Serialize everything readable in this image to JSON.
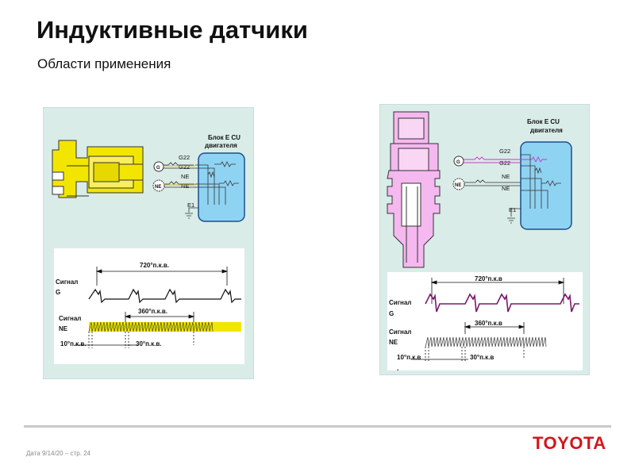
{
  "slide": {
    "title": "Индуктивные датчики",
    "subtitle": "Области применения",
    "footer": "Дата 9/14/20 – стр.  24",
    "logo": "TOYOTA"
  },
  "colors": {
    "panel_bg": "#d9ece8",
    "ecu_fill": "#8fd3f3",
    "sensor_left": "#f2e600",
    "sensor_right": "#f5b8ef",
    "wire_pink": "#c040c0",
    "accent_red": "#d0181c"
  },
  "left_panel": {
    "ecu_label_1": "Блок E CU",
    "ecu_label_2": "двигателя",
    "pin_g22_a": "G22",
    "pin_g22_b": "G22",
    "pin_ne_a": "NE",
    "pin_ne_b": "NE",
    "pin_e1": "E1",
    "coil_g": "G",
    "coil_ne": "NE",
    "angle_720": "720°п.к.в.",
    "angle_360": "360°п.к.в.",
    "angle_10": "10°п.к.в.",
    "angle_30": "30°п.к.в.",
    "signal_g_1": "Сигнал",
    "signal_g_2": "G",
    "signal_ne_1": "Сигнал",
    "signal_ne_2": "NE"
  },
  "right_panel": {
    "ecu_label_1": "Блок E CU",
    "ecu_label_2": "двигателя",
    "pin_g22_a": "G22",
    "pin_g22_b": "G22",
    "pin_ne_a": "NE",
    "pin_ne_b": "NE",
    "pin_e1": "E1",
    "coil_g": "G",
    "coil_ne": "NE",
    "angle_720": "720°п.к.в",
    "angle_360": "360°п.к.в",
    "angle_10": "10°п.к.в",
    "angle_30": "30°п.к.в",
    "signal_g_1": "Сигнал",
    "signal_g_2": "G",
    "signal_ne_1": "Сигнал",
    "signal_ne_2": "NE",
    "dot": "."
  }
}
